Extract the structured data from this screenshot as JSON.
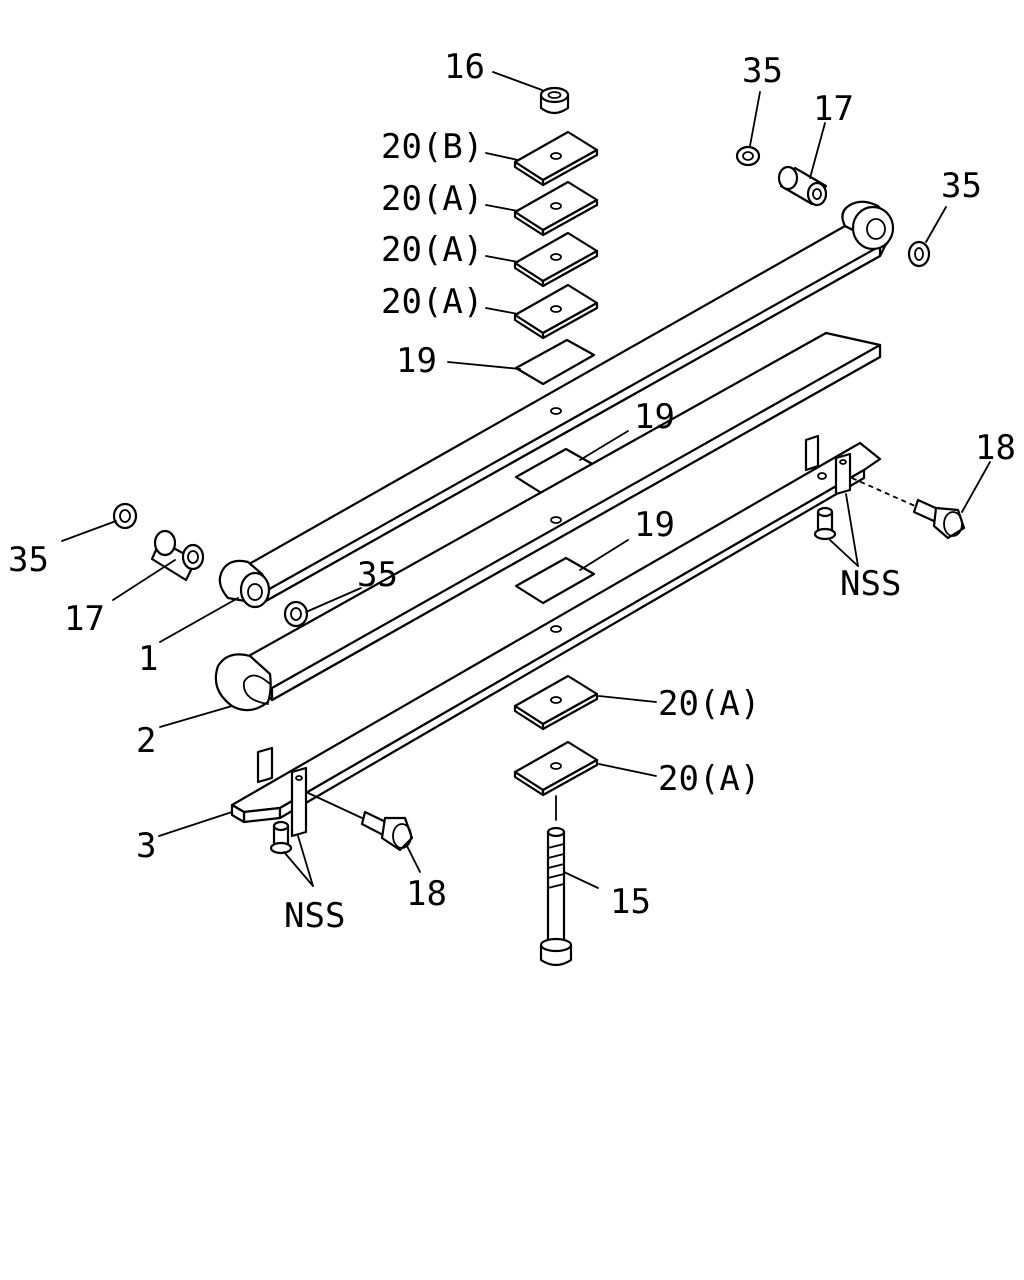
{
  "diagram": {
    "callouts": {
      "c16": "16",
      "c20b": "20(B)",
      "c20a_1": "20(A)",
      "c20a_2": "20(A)",
      "c20a_3": "20(A)",
      "c19_top": "19",
      "c19_mid": "19",
      "c19_low": "19",
      "c35_top": "35",
      "c17_top": "17",
      "c35_right": "35",
      "c18_right": "18",
      "c35_left": "35",
      "c17_left": "17",
      "c35_center": "35",
      "c1": "1",
      "c2": "2",
      "c3": "3",
      "nss_right": "NSS",
      "nss_left": "NSS",
      "c20a_low1": "20(A)",
      "c20a_low2": "20(A)",
      "c18_left": "18",
      "c15": "15"
    }
  }
}
